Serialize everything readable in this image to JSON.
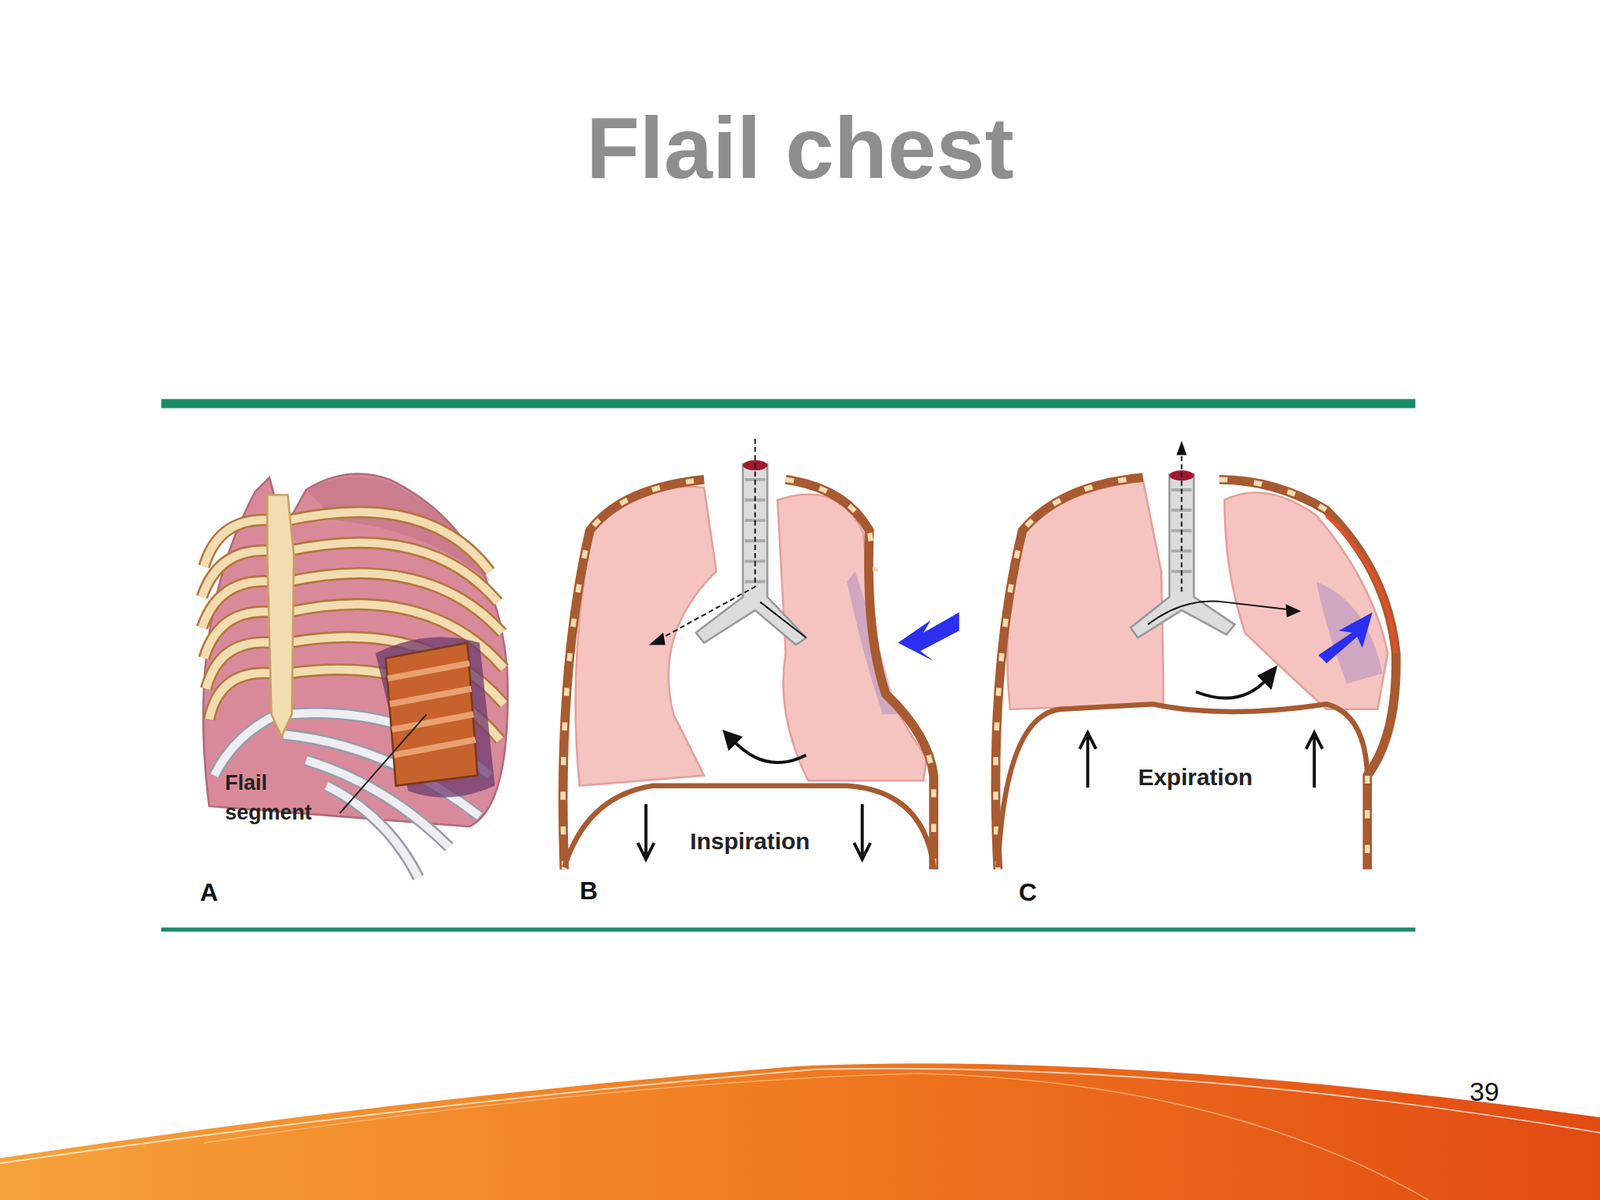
{
  "diagram": {
    "title": "Flail chest",
    "labels": [
      "Flail segment",
      "A",
      "B",
      "Inspiration",
      "C",
      "Expiration",
      "39"
    ]
  }
}
